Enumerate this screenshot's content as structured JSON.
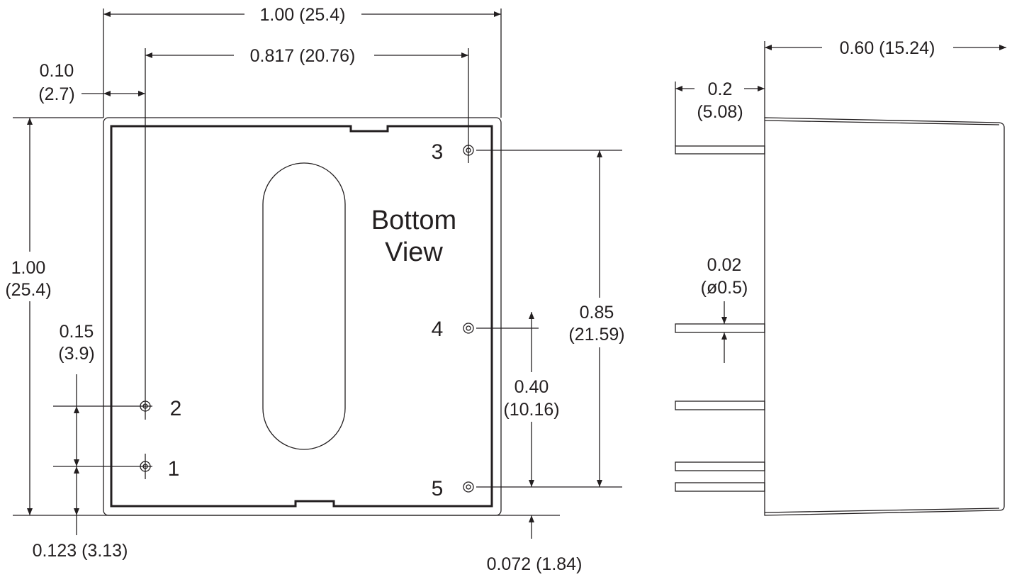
{
  "bottom_view": {
    "title_line1": "Bottom",
    "title_line2": "View",
    "pins": [
      "1",
      "2",
      "3",
      "4",
      "5"
    ],
    "dims": {
      "width": "1.00 (25.4)",
      "pin_span": "0.817 (20.76)",
      "pin_offset_in": "0.10",
      "pin_offset_mm": "(2.7)",
      "height_in": "1.00",
      "height_mm": "(25.4)",
      "pin12_in": "0.15",
      "pin12_mm": "(3.9)",
      "pin1_edge": "0.123 (3.13)",
      "pin35_in": "0.85",
      "pin35_mm": "(21.59)",
      "pin45_in": "0.40",
      "pin45_mm": "(10.16)",
      "pin5_edge": "0.072 (1.84)"
    }
  },
  "side_view": {
    "dims": {
      "depth": "0.60 (15.24)",
      "pin_len_in": "0.2",
      "pin_len_mm": "(5.08)",
      "pin_dia_in": "0.02",
      "pin_dia_mm": "(ø0.5)"
    }
  }
}
